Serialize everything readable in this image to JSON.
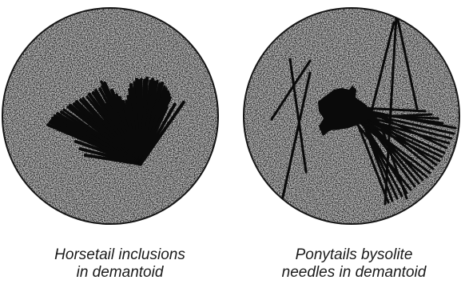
{
  "figure": {
    "panels": [
      {
        "id": "horsetail",
        "caption_line1": "Horsetail inclusions",
        "caption_line2": "in demantoid"
      },
      {
        "id": "ponytail",
        "caption_line1": "Ponytails bysolite",
        "caption_line2": "needles in demantoid"
      }
    ],
    "colors": {
      "gem_fill": "#c4c4c4",
      "gem_outline": "#141414",
      "inclusion": "#0a0a0a"
    }
  }
}
